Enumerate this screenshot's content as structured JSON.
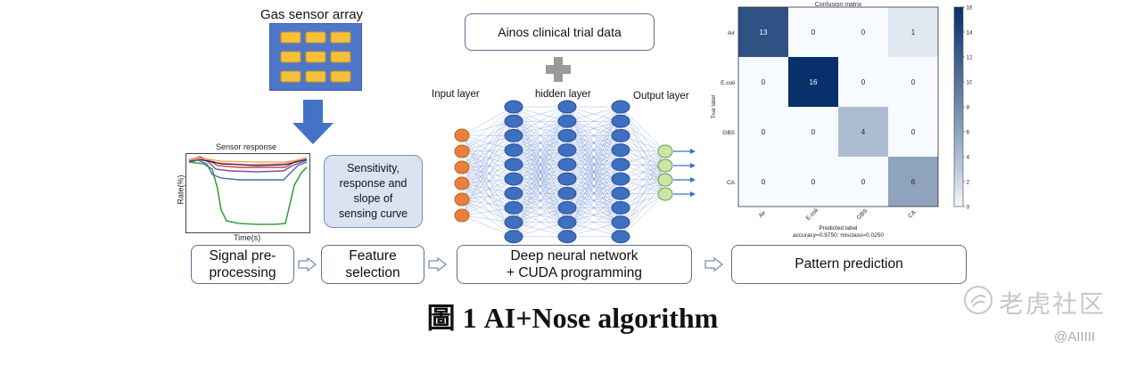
{
  "sensor_array": {
    "title": "Gas sensor array"
  },
  "sensor_plot": {
    "title": "Sensor response",
    "xlabel": "Time(s)",
    "ylabel": "Rate(%)"
  },
  "feature_box": {
    "lines": [
      "Sensitivity,",
      "response and",
      "slope of",
      "sensing curve"
    ]
  },
  "clinical": {
    "label": "Ainos clinical trial data"
  },
  "network": {
    "input_label": "Input layer",
    "hidden_label": "hidden layer",
    "output_label": "Output layer"
  },
  "steps": [
    {
      "lines": [
        "Signal pre-",
        "processing"
      ]
    },
    {
      "lines": [
        "Feature",
        "selection"
      ]
    },
    {
      "lines": [
        "Deep neural network",
        "+ CUDA programming"
      ]
    },
    {
      "lines": [
        "Pattern prediction"
      ]
    }
  ],
  "chart_data": {
    "type": "heatmap",
    "title": "Confusion matrix",
    "row_labels": [
      "Air",
      "E.coli",
      "GBS",
      "CA"
    ],
    "col_labels": [
      "Air",
      "E.coli",
      "GBS",
      "CA"
    ],
    "values": [
      [
        13,
        0,
        0,
        1
      ],
      [
        0,
        16,
        0,
        0
      ],
      [
        0,
        0,
        4,
        0
      ],
      [
        0,
        0,
        0,
        6
      ]
    ],
    "xlabel": "Predicted label",
    "ylabel": "True label",
    "note": "accuracy=0.9750; misclass=0.0250",
    "colorbar_ticks": [
      "0",
      "2",
      "4",
      "6",
      "8",
      "10",
      "12",
      "14",
      "16"
    ],
    "vmin": 0,
    "vmax": 16,
    "colors": {
      "low": "#f7fbff",
      "high": "#08306b"
    }
  },
  "caption": {
    "text": "圖 1 AI+Nose algorithm"
  },
  "watermark": {
    "brand": "老虎社区",
    "handle": "@AIIIII"
  }
}
